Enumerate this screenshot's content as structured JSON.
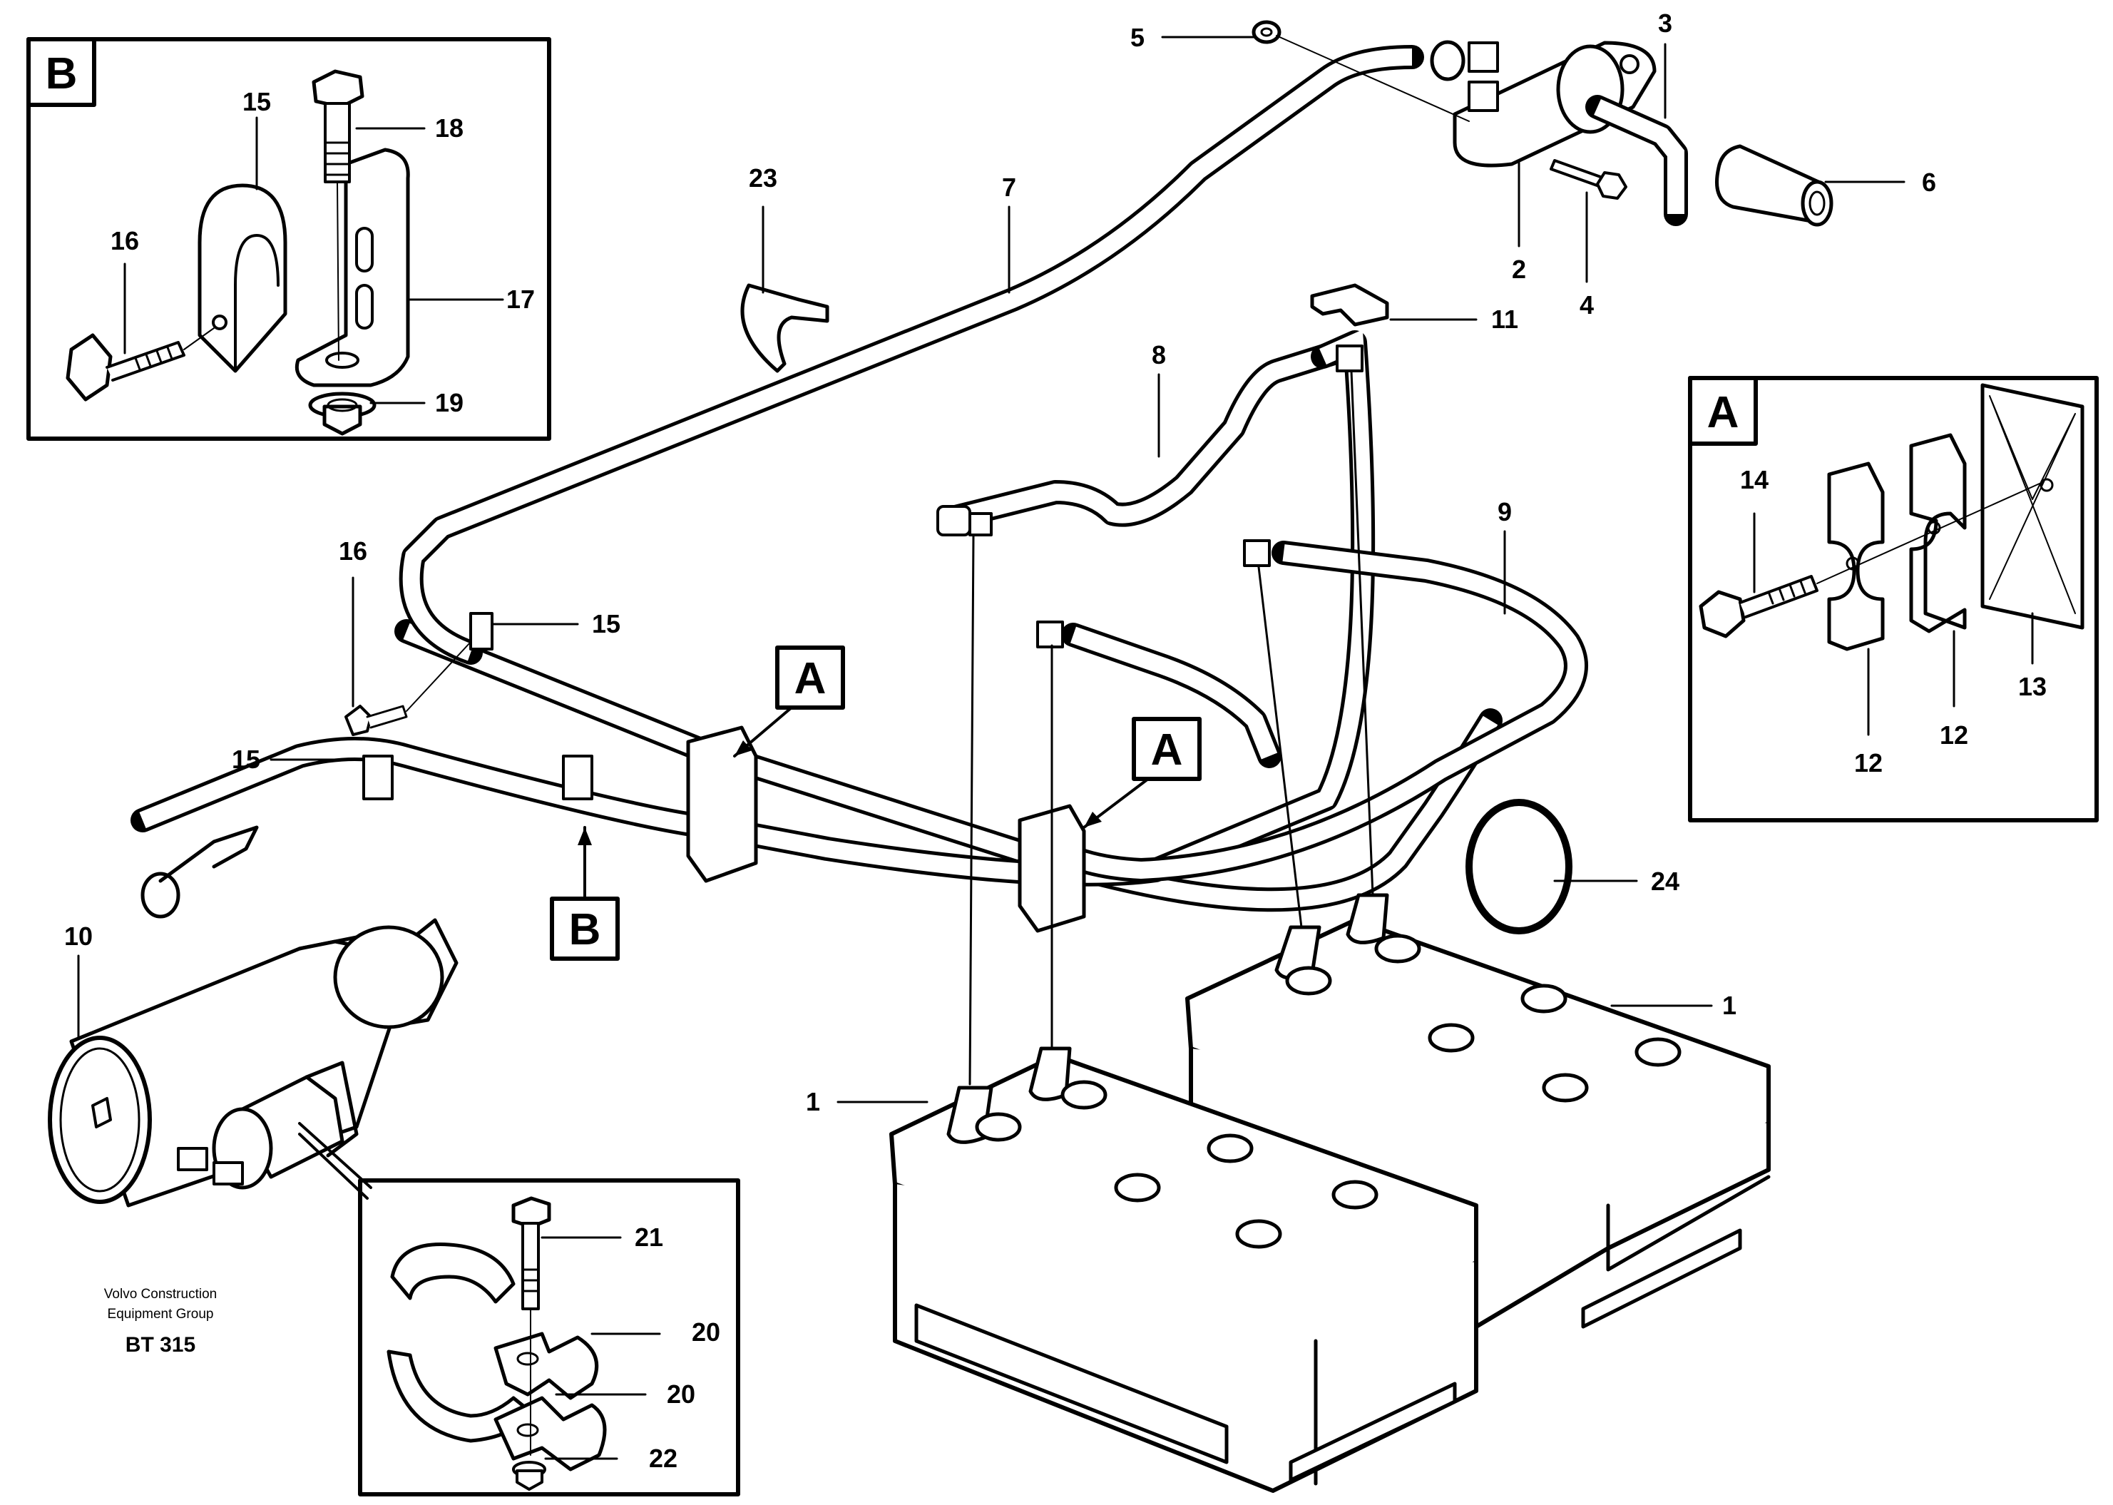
{
  "callouts": {
    "c1": "1",
    "c2": "2",
    "c3": "3",
    "c4": "4",
    "c5": "5",
    "c6": "6",
    "c7": "7",
    "c8": "8",
    "c9": "9",
    "c10": "10",
    "c11": "11",
    "c12": "12",
    "c13": "13",
    "c14": "14",
    "c15": "15",
    "c16": "16",
    "c17": "17",
    "c18": "18",
    "c19": "19",
    "c20": "20",
    "c21": "21",
    "c22": "22",
    "c23": "23",
    "c24": "24"
  },
  "detail_labels": {
    "a": "A",
    "b": "B"
  },
  "credit": {
    "line1": "Volvo Construction",
    "line2": "Equipment Group",
    "code": "BT 315"
  }
}
